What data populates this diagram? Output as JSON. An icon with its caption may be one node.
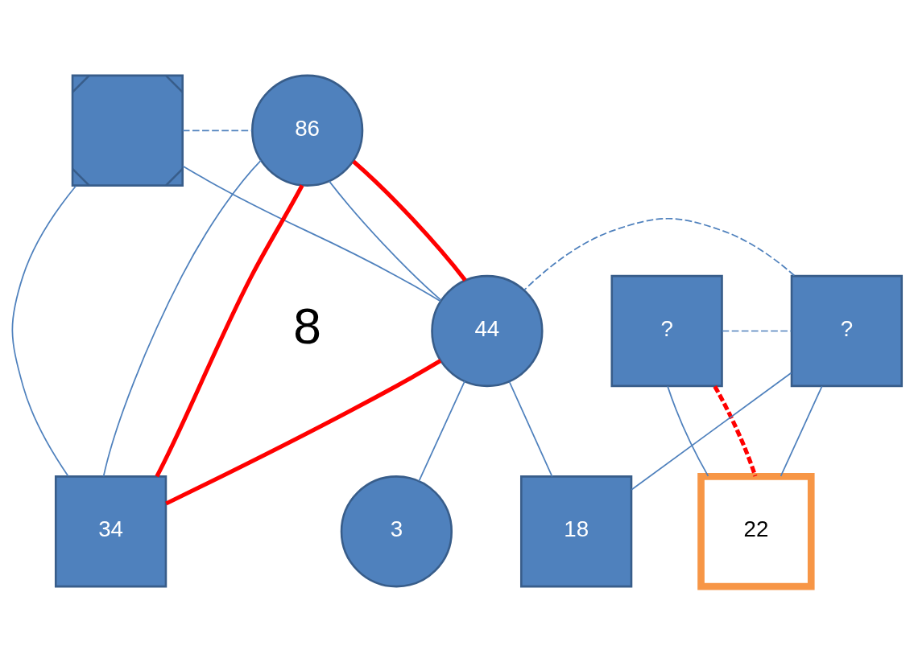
{
  "diagram": {
    "nodes": [
      {
        "text": [],
        "shape": "box"
      },
      {
        "text": [
          "86"
        ]
      },
      {
        "text": [
          "?"
        ]
      },
      {
        "text": [
          "?"
        ]
      },
      {
        "text": [
          "44"
        ]
      },
      {
        "text": [
          "34"
        ]
      },
      {
        "text": [
          "22"
        ]
      },
      {
        "text": [
          "18"
        ]
      },
      {
        "text": [
          "3"
        ]
      }
    ],
    "edges": [
      {
        "from": 0,
        "to": 1,
        "arrow": "none",
        "style": "dashed"
      },
      {
        "from": 0,
        "to": 4,
        "arrow": "none"
      },
      {
        "from": 1,
        "to": 4,
        "arrow": "none"
      },
      {
        "from": 0,
        "to": 5,
        "arrow": "none"
      },
      {
        "from": 1,
        "to": 5,
        "arrow": "none"
      },
      {
        "from": 1,
        "to": 4,
        "arrow": "none",
        "style": "thick",
        "color": "#ff0000"
      },
      {
        "from": 1,
        "to": 5,
        "arrow": "none",
        "style": "thick",
        "color": "#ff0000"
      },
      {
        "from": 4,
        "to": 5,
        "arrow": "none",
        "style": "thick",
        "color": "#ff0000"
      },
      {
        "from": 2,
        "to": 3,
        "arrow": "none",
        "style": "dashed"
      },
      {
        "from": 3,
        "to": 4,
        "arrow": "none",
        "style": "dashed"
      },
      {
        "from": 2,
        "to": 6,
        "arrow": "none"
      },
      {
        "from": 3,
        "to": 6,
        "arrow": "none"
      },
      {
        "from": 3,
        "to": 7,
        "arrow": "none"
      },
      {
        "from": 4,
        "to": 7,
        "arrow": "none"
      },
      {
        "from": 4,
        "to": 8,
        "arrow": "none"
      },
      {
        "from": 2,
        "to": 6,
        "arrow": "none",
        "style": "dashed",
        "color": "#ff0000"
      }
    ],
    "labels": [
      "8"
    ]
  }
}
